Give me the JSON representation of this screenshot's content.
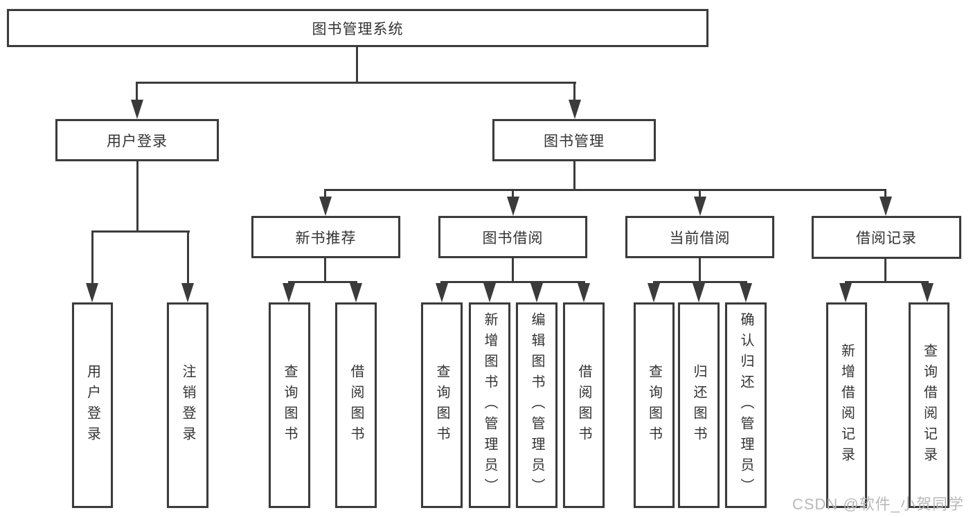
{
  "diagram": {
    "root": {
      "label": "图书管理系统"
    },
    "user_login": {
      "label": "用户登录",
      "children": [
        {
          "label": "用户登录"
        },
        {
          "label": "注销登录"
        }
      ]
    },
    "book_mgmt": {
      "label": "图书管理",
      "sections": [
        {
          "label": "新书推荐",
          "children": [
            {
              "label": "查询图书"
            },
            {
              "label": "借阅图书"
            }
          ]
        },
        {
          "label": "图书借阅",
          "children": [
            {
              "label": "查询图书"
            },
            {
              "label": "新增图书（管理员）"
            },
            {
              "label": "编辑图书（管理员）"
            },
            {
              "label": "借阅图书"
            }
          ]
        },
        {
          "label": "当前借阅",
          "children": [
            {
              "label": "查询图书"
            },
            {
              "label": "归还图书"
            },
            {
              "label": "确认归还（管理员）"
            }
          ]
        },
        {
          "label": "借阅记录",
          "children": [
            {
              "label": "新增借阅记录"
            },
            {
              "label": "查询借阅记录"
            }
          ]
        }
      ]
    }
  },
  "watermark": "CSDN @软件_小贺同学",
  "colors": {
    "line": "#3b3b3b",
    "text": "#333333",
    "watermark": "#b9b9b9",
    "background": "#ffffff"
  }
}
